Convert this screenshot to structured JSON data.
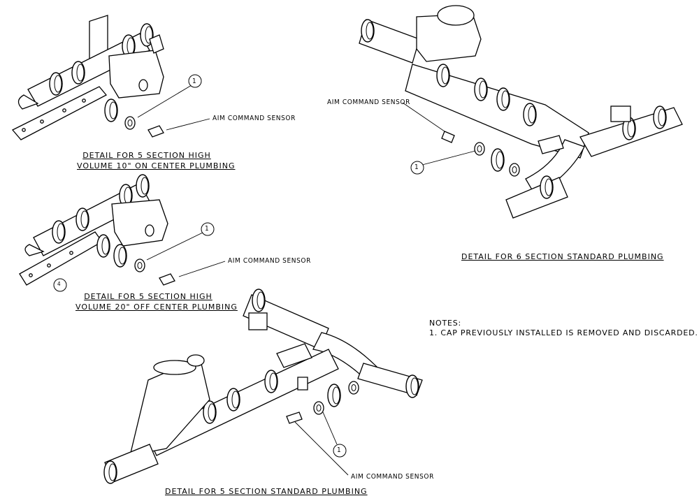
{
  "details": {
    "d1": {
      "caption_line1": "DETAIL FOR 5 SECTION HIGH",
      "caption_line2": "VOLUME 10\" ON CENTER PLUMBING",
      "callout": "1",
      "sensor_label": "AIM COMMAND SENSOR"
    },
    "d2": {
      "caption_line1": "DETAIL FOR 5 SECTION HIGH",
      "caption_line2": "VOLUME 20\" OFF CENTER PLUMBING",
      "callout": "1",
      "callout_bracket": "4",
      "sensor_label": "AIM COMMAND SENSOR"
    },
    "d3": {
      "caption": "DETAIL FOR 6 SECTION STANDARD PLUMBING",
      "callout": "1",
      "sensor_label": "AIM COMMAND SENSOR"
    },
    "d4": {
      "caption": "DETAIL FOR 5 SECTION STANDARD PLUMBING",
      "callout": "1",
      "sensor_label": "AIM COMMAND SENSOR"
    }
  },
  "notes": {
    "heading": "NOTES:",
    "item1": "1.   CAP PREVIOUSLY INSTALLED IS REMOVED AND DISCARDED."
  }
}
